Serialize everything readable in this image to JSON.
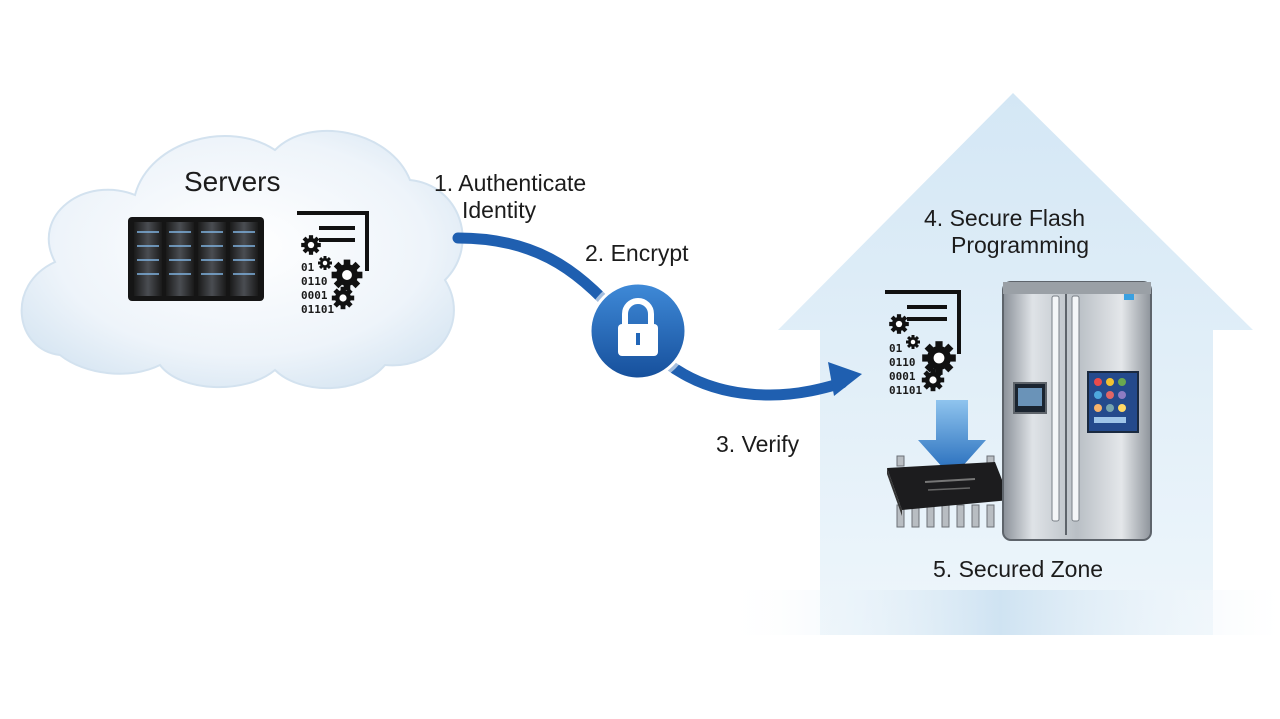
{
  "cloud": {
    "title": "Servers"
  },
  "steps": {
    "authenticate": [
      "1. Authenticate",
      "Identity"
    ],
    "encrypt": "2. Encrypt",
    "verify": "3. Verify",
    "secure_flash": [
      "4. Secure Flash",
      "Programming"
    ],
    "secured_zone": "5. Secured Zone"
  },
  "binary_rows": [
    "01",
    "0110",
    "0001",
    "01101"
  ],
  "colors": {
    "arrow": "#1f5fb0",
    "lock_badge": "#2166b8",
    "house": "#dfeef8",
    "cloud": "#e8f1f9"
  }
}
